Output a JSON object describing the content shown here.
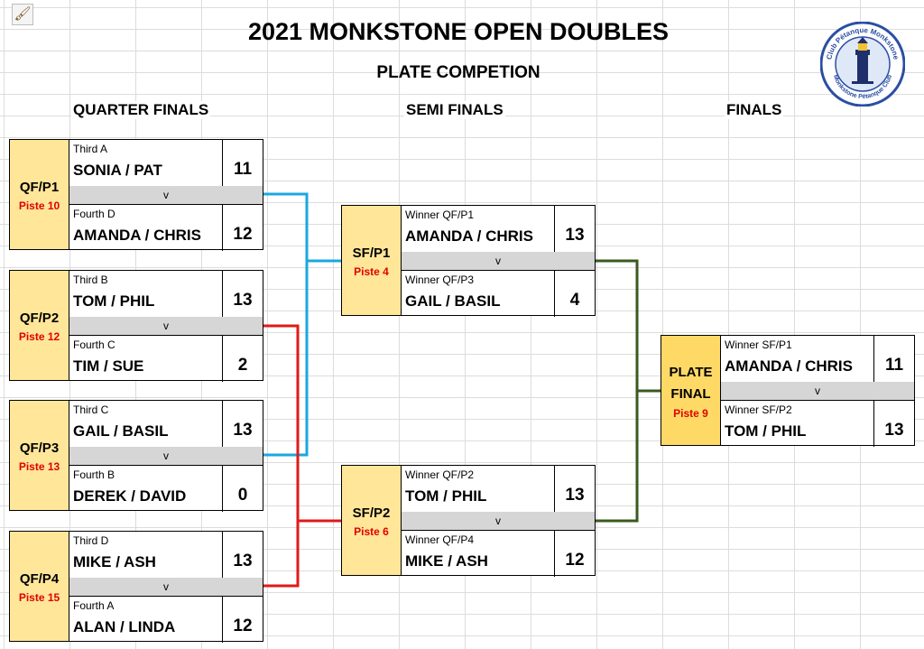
{
  "title": "2021 MONKSTONE OPEN DOUBLES",
  "subtitle": "PLATE COMPETION",
  "rounds": {
    "quarter": "QUARTER FINALS",
    "semi": "SEMI FINALS",
    "final": "FINALS"
  },
  "logo": {
    "text_top": "Club Pétanque Monkstone",
    "text_bottom": "Monkstone Pétanque Club"
  },
  "colors": {
    "code_bg": "#ffe699",
    "final_bg": "#ffd966",
    "piste": "#e00000",
    "line_blue": "#1aa7e0",
    "line_red": "#e01919",
    "line_green": "#3a5a1e",
    "vs_bar": "#d6d6d6"
  },
  "matches": {
    "qf1": {
      "id": "QF/P1",
      "piste": "Piste 10",
      "vs": "v",
      "a": {
        "seed": "Third A",
        "team": "SONIA / PAT",
        "score": "11"
      },
      "b": {
        "seed": "Fourth D",
        "team": "AMANDA / CHRIS",
        "score": "12"
      }
    },
    "qf2": {
      "id": "QF/P2",
      "piste": "Piste 12",
      "vs": "v",
      "a": {
        "seed": "Third B",
        "team": "TOM / PHIL",
        "score": "13"
      },
      "b": {
        "seed": "Fourth C",
        "team": "TIM / SUE",
        "score": "2"
      }
    },
    "qf3": {
      "id": "QF/P3",
      "piste": "Piste 13",
      "vs": "v",
      "a": {
        "seed": "Third C",
        "team": "GAIL / BASIL",
        "score": "13"
      },
      "b": {
        "seed": "Fourth B",
        "team": "DEREK / DAVID",
        "score": "0"
      }
    },
    "qf4": {
      "id": "QF/P4",
      "piste": "Piste 15",
      "vs": "v",
      "a": {
        "seed": "Third D",
        "team": "MIKE / ASH",
        "score": "13"
      },
      "b": {
        "seed": "Fourth A",
        "team": "ALAN / LINDA",
        "score": "12"
      }
    },
    "sf1": {
      "id": "SF/P1",
      "piste": "Piste 4",
      "vs": "v",
      "a": {
        "seed": "Winner QF/P1",
        "team": "AMANDA / CHRIS",
        "score": "13"
      },
      "b": {
        "seed": "Winner QF/P3",
        "team": "GAIL / BASIL",
        "score": "4"
      }
    },
    "sf2": {
      "id": "SF/P2",
      "piste": "Piste 6",
      "vs": "v",
      "a": {
        "seed": "Winner QF/P2",
        "team": "TOM / PHIL",
        "score": "13"
      },
      "b": {
        "seed": "Winner QF/P4",
        "team": "MIKE / ASH",
        "score": "12"
      }
    },
    "final": {
      "id_line1": "PLATE",
      "id_line2": "FINAL",
      "piste": "Piste 9",
      "vs": "v",
      "a": {
        "seed": "Winner SF/P1",
        "team": "AMANDA / CHRIS",
        "score": "11"
      },
      "b": {
        "seed": "Winner SF/P2",
        "team": "TOM / PHIL",
        "score": "13"
      }
    }
  }
}
